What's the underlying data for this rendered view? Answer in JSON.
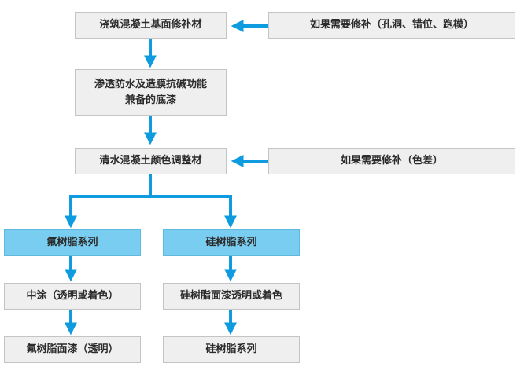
{
  "colors": {
    "arrow": "#0e9be0",
    "node_fill": "#efefef",
    "node_border": "#c4c4c4",
    "accent_fill": "#79cdf0"
  },
  "nodes": {
    "base_repair": "浇筑混凝土基面修补材",
    "repair_note_1": "如果需要修补（孔洞、错位、跑模）",
    "primer_line1": "渗透防水及造膜抗碱功能",
    "primer_line2": "兼备的底漆",
    "color_adjust": "清水混凝土颜色调整材",
    "repair_note_2": "如果需要修补（色差）",
    "fluoro_series": "氟树脂系列",
    "silicon_series": "硅树脂系列",
    "mid_coat": "中涂（透明或着色）",
    "silicon_topcoat": "硅树脂面漆透明或着色",
    "fluoro_topcoat": "氟树脂面漆（透明）",
    "silicon_series_2": "硅树脂系列"
  }
}
